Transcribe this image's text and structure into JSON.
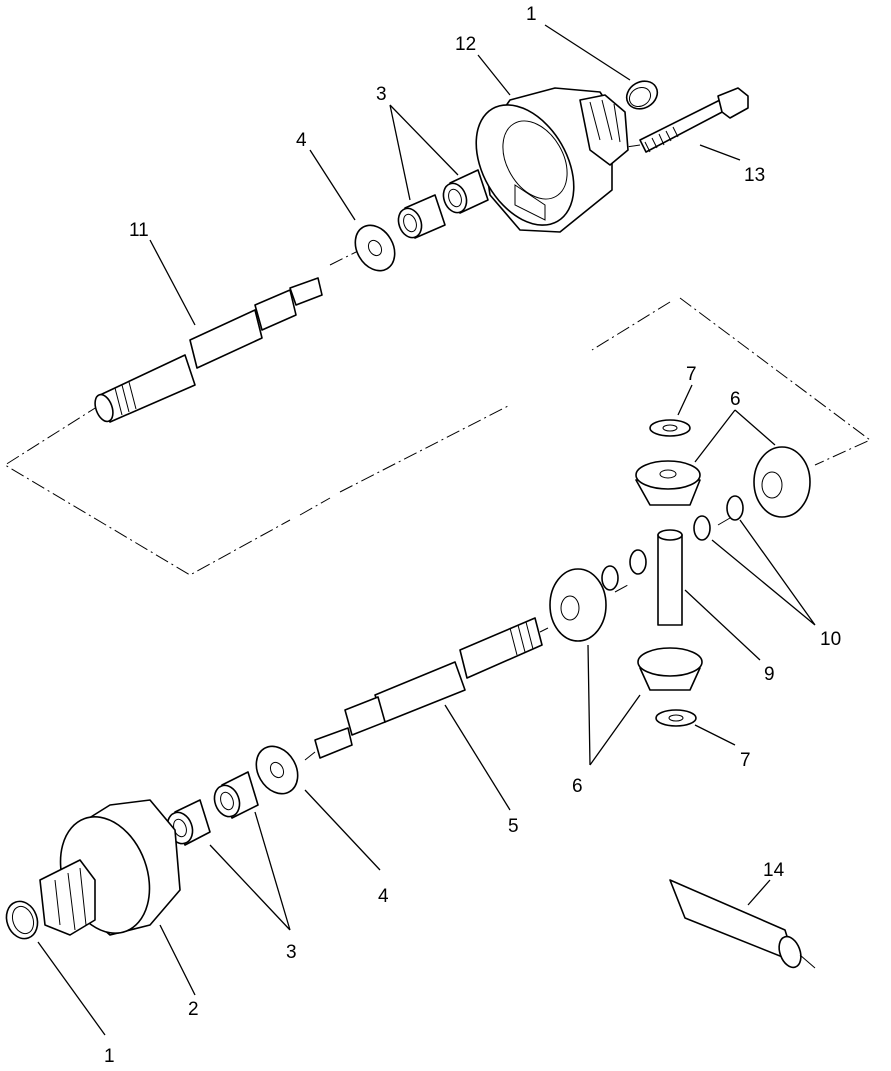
{
  "callouts": {
    "c1_top": "1",
    "c12": "12",
    "c3_top": "3",
    "c4_top": "4",
    "c13": "13",
    "c11": "11",
    "c7_top": "7",
    "c6_top": "6",
    "c10": "10",
    "c9": "9",
    "c7_bottom": "7",
    "c6_bottom": "6",
    "c5": "5",
    "c4_bottom": "4",
    "c3_bottom": "3",
    "c2": "2",
    "c1_bottom": "1",
    "c14": "14"
  }
}
